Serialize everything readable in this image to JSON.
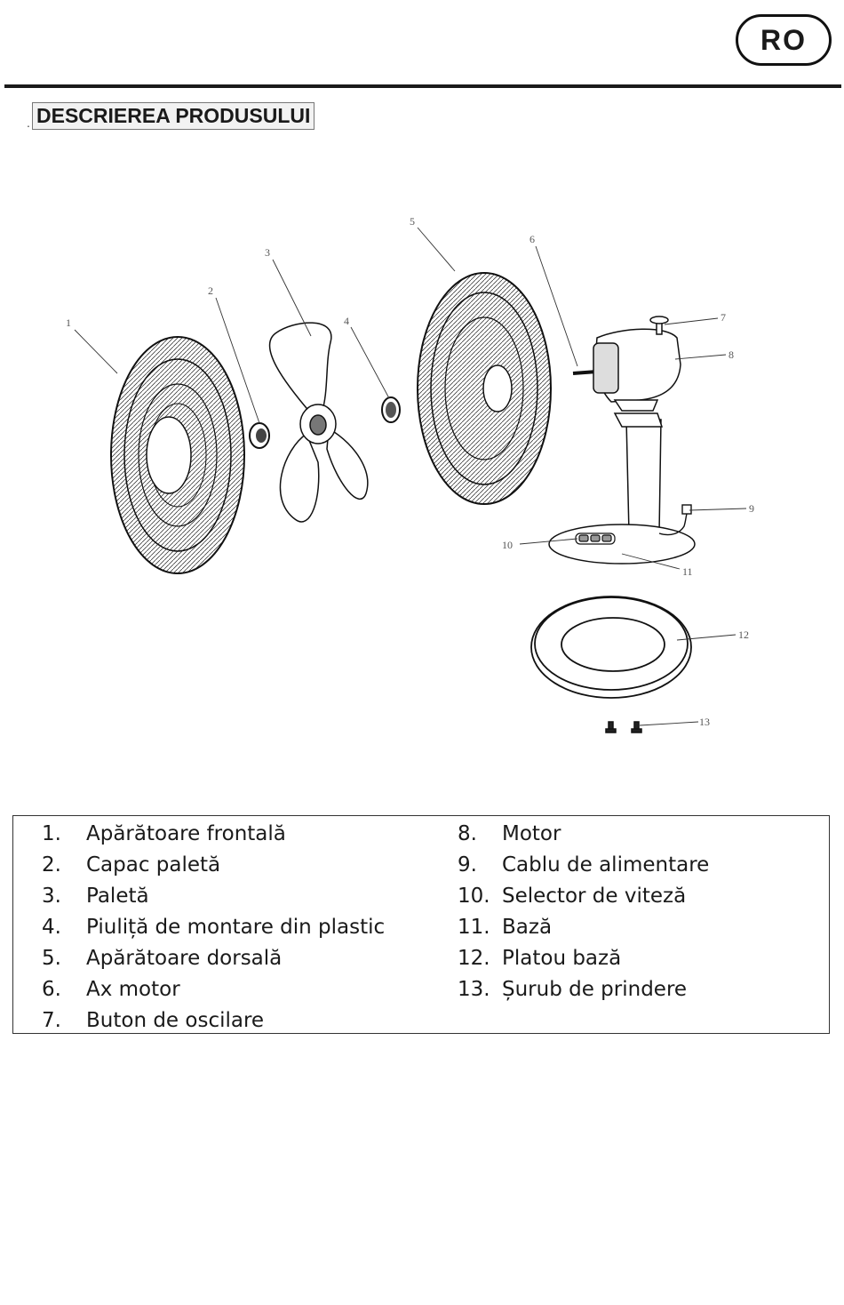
{
  "header": {
    "language_badge": "RO"
  },
  "section_title": "DESCRIEREA PRODUSULUI",
  "diagram": {
    "callouts": [
      "1",
      "2",
      "3",
      "4",
      "5",
      "6",
      "7",
      "8",
      "9",
      "10",
      "11",
      "12",
      "13"
    ]
  },
  "parts": {
    "left": [
      {
        "num": "1.",
        "name": "Apărătoare frontală"
      },
      {
        "num": "2.",
        "name": "Capac paletă"
      },
      {
        "num": "3.",
        "name": "Paletă"
      },
      {
        "num": "4.",
        "name": "Piuliță de montare din plastic"
      },
      {
        "num": "5.",
        "name": "Apărătoare dorsală"
      },
      {
        "num": "6.",
        "name": "Ax motor"
      },
      {
        "num": "7.",
        "name": "Buton de oscilare"
      }
    ],
    "right": [
      {
        "num": "8.",
        "name": "Motor"
      },
      {
        "num": "9.",
        "name": "Cablu de alimentare"
      },
      {
        "num": "10.",
        "name": "Selector de viteză"
      },
      {
        "num": "11.",
        "name": "Bază"
      },
      {
        "num": "12.",
        "name": "Platou bază"
      },
      {
        "num": "13.",
        "name": "Șurub de prindere"
      }
    ]
  }
}
